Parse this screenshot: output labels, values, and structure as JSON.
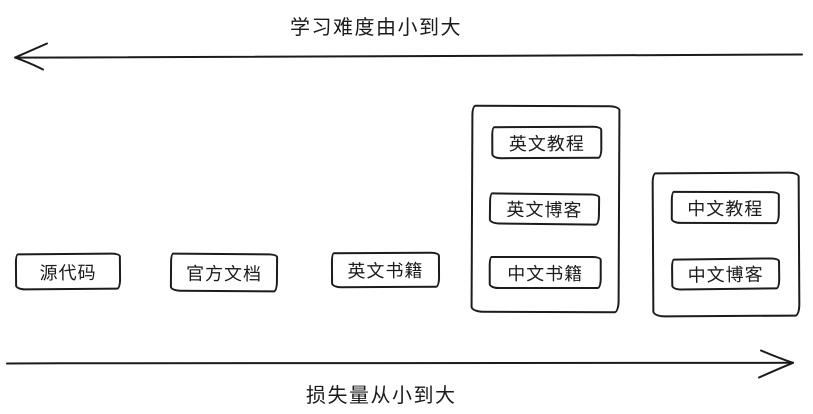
{
  "diagram": {
    "background_color": "#ffffff",
    "stroke_color": "#1b1b1b",
    "top_arrow": {
      "label": "学习难度由小到大",
      "direction": "left"
    },
    "bottom_arrow": {
      "label": "损失量从小到大",
      "direction": "right"
    },
    "standalone_boxes": [
      {
        "label": "源代码"
      },
      {
        "label": "官方文档"
      },
      {
        "label": "英文书籍"
      }
    ],
    "groups": [
      {
        "items": [
          {
            "label": "英文教程"
          },
          {
            "label": "英文博客"
          },
          {
            "label": "中文书籍"
          }
        ]
      },
      {
        "items": [
          {
            "label": "中文教程"
          },
          {
            "label": "中文博客"
          }
        ]
      }
    ]
  }
}
